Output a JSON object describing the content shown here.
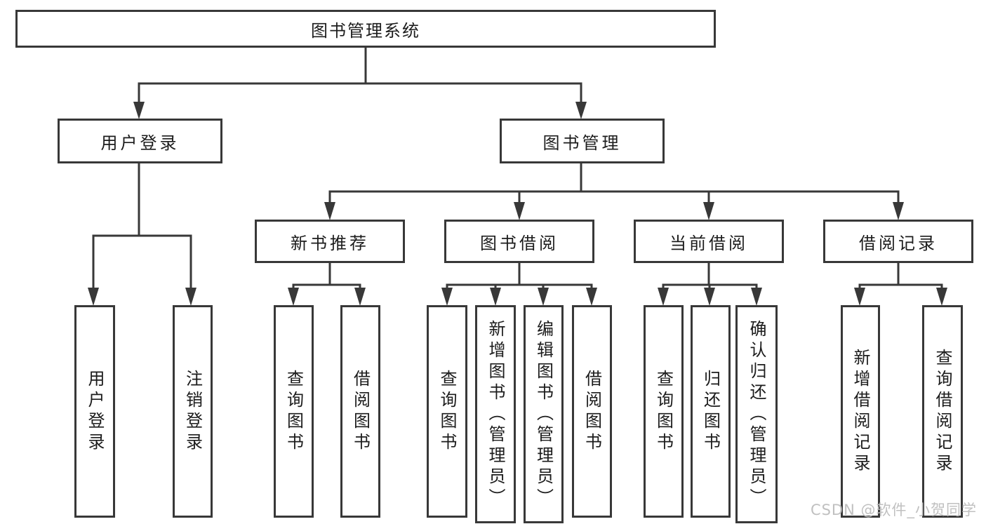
{
  "tree": {
    "root": {
      "label": "图书管理系统"
    },
    "branches": [
      {
        "label": "用户登录",
        "leaves": [
          {
            "label": "用户登录"
          },
          {
            "label": "注销登录"
          }
        ]
      },
      {
        "label": "图书管理",
        "groups": [
          {
            "label": "新书推荐",
            "leaves": [
              {
                "label": "查询图书"
              },
              {
                "label": "借阅图书"
              }
            ]
          },
          {
            "label": "图书借阅",
            "leaves": [
              {
                "label": "查询图书"
              },
              {
                "label": "新增图书（管理员）"
              },
              {
                "label": "编辑图书（管理员）"
              },
              {
                "label": "借阅图书"
              }
            ]
          },
          {
            "label": "当前借阅",
            "leaves": [
              {
                "label": "查询图书"
              },
              {
                "label": "归还图书"
              },
              {
                "label": "确认归还（管理员）"
              }
            ]
          },
          {
            "label": "借阅记录",
            "leaves": [
              {
                "label": "新增借阅记录"
              },
              {
                "label": "查询借阅记录"
              }
            ]
          }
        ]
      }
    ]
  },
  "watermark": "CSDN @软件_小贺同学",
  "colors": {
    "line": "#383838",
    "text": "#1c1c1c",
    "watermark": "#bdbdbd",
    "background": "#ffffff"
  }
}
